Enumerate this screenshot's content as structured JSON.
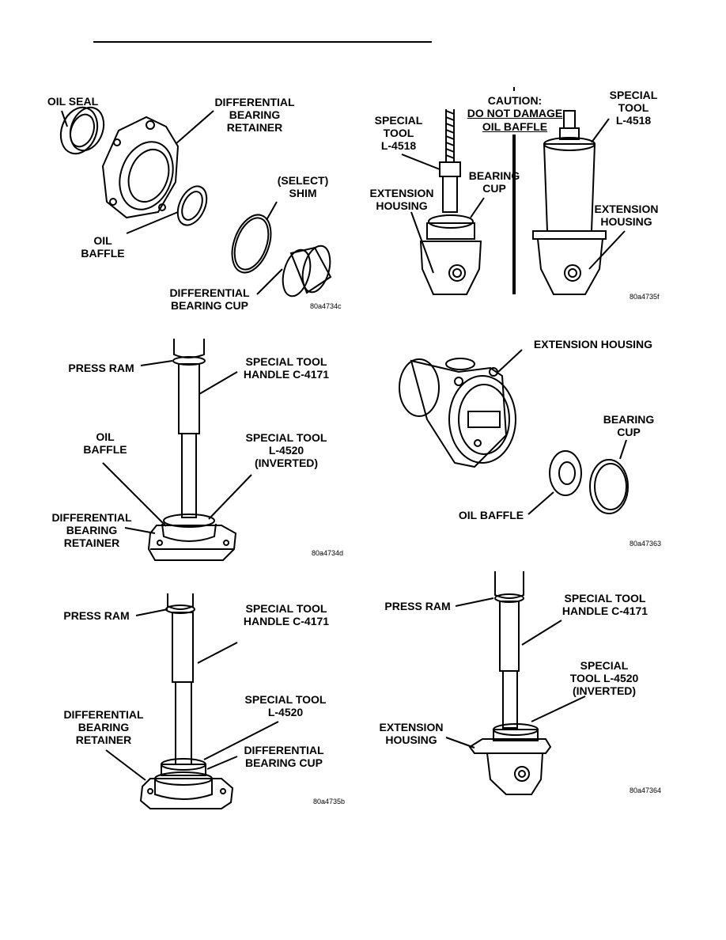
{
  "fig1": {
    "oil_seal": "OIL SEAL",
    "diff_retainer": "DIFFERENTIAL\nBEARING\nRETAINER",
    "oil_baffle": "OIL\nBAFFLE",
    "select_shim": "(SELECT)\nSHIM",
    "diff_cup": "DIFFERENTIAL\nBEARING CUP",
    "code": "80a4734c"
  },
  "fig2": {
    "special_tool_left": "SPECIAL\nTOOL\nL-4518",
    "caution_title": "CAUTION:",
    "caution_line1": "DO NOT DAMAGE",
    "caution_line2": "OIL BAFFLE",
    "special_tool_right": "SPECIAL\nTOOL\nL-4518",
    "bearing_cup": "BEARING\nCUP",
    "ext_housing_left": "EXTENSION\nHOUSING",
    "ext_housing_right": "EXTENSION\nHOUSING",
    "code": "80a4735f"
  },
  "fig3": {
    "press_ram": "PRESS RAM",
    "handle": "SPECIAL TOOL\nHANDLE C-4171",
    "oil_baffle": "OIL\nBAFFLE",
    "tool": "SPECIAL TOOL\nL-4520\n(INVERTED)",
    "retainer": "DIFFERENTIAL\nBEARING\nRETAINER",
    "code": "80a4734d"
  },
  "fig4": {
    "ext_housing": "EXTENSION HOUSING",
    "bearing_cup": "BEARING\nCUP",
    "oil_baffle": "OIL BAFFLE",
    "code": "80a47363"
  },
  "fig5": {
    "press_ram": "PRESS RAM",
    "handle": "SPECIAL TOOL\nHANDLE C-4171",
    "tool": "SPECIAL TOOL\nL-4520",
    "retainer": "DIFFERENTIAL\nBEARING\nRETAINER",
    "cup": "DIFFERENTIAL\nBEARING CUP",
    "code": "80a4735b"
  },
  "fig6": {
    "press_ram": "PRESS RAM",
    "handle": "SPECIAL TOOL\nHANDLE C-4171",
    "tool": "SPECIAL\nTOOL L-4520\n(INVERTED)",
    "ext_housing": "EXTENSION\nHOUSING",
    "code": "80a47364"
  }
}
